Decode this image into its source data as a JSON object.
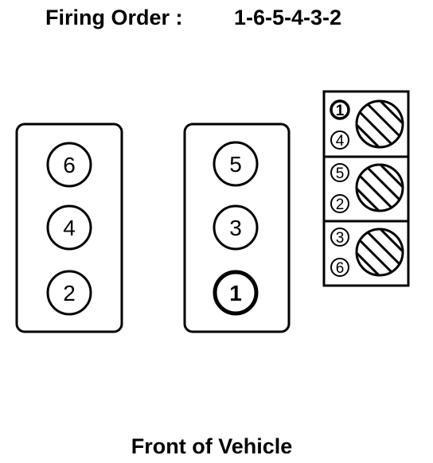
{
  "header": {
    "label": "Firing Order :",
    "order": "1-6-5-4-3-2"
  },
  "banks": [
    {
      "cylinders": [
        "6",
        "4",
        "2"
      ]
    },
    {
      "cylinders": [
        "5",
        "3",
        "1"
      ]
    }
  ],
  "coil_pack": {
    "coils": [
      {
        "terminals": [
          "1",
          "4"
        ]
      },
      {
        "terminals": [
          "5",
          "2"
        ]
      },
      {
        "terminals": [
          "3",
          "6"
        ]
      }
    ]
  },
  "footer": {
    "label": "Front of Vehicle"
  },
  "highlighted_cylinder": "1"
}
